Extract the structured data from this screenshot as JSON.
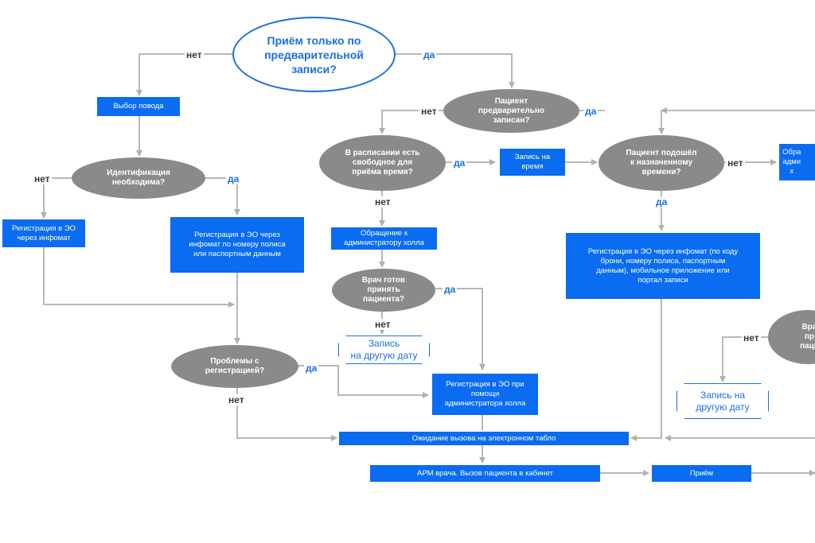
{
  "nodes": {
    "start": "Приём только по\nпредварительной\nзаписи?",
    "reason": "Выбор повода",
    "id_needed": "Идентификация\nнеобходима?",
    "reg_kiosk": "Регистрация в ЭО\nчерез инфомат",
    "reg_policy": "Регистрация в ЭО через\nинфомат по номеру полиса\nили паспортным данным",
    "reg_problems": "Проблемы с\nрегистрацией?",
    "pre_booked": "Пациент\nпредварительно\nзаписан?",
    "free_slot": "В расписании есть\nсвободное для\nприёма время?",
    "book_time": "Запись на\nвремя",
    "came_on_time": "Пациент подошёл\nк назначенному\nвремени?",
    "right_box": "Обра\nадми\nх",
    "hall_admin": "Обращение к\nадминистратору холла",
    "doctor_ready": "Врач готов\nпринять\nпациента?",
    "other_date_1": "Запись\nна другую дату",
    "reg_admin": "Регистрация в ЭО при\nпомощи\nадминистратора холла",
    "reg_full": "Регистрация в ЭО через инфомат (по коду\nброни,  номеру полиса, паспортным\nданным), мобильное приложение или\nпортал записи",
    "right_decision": "Вра\nпр\nпаци",
    "other_date_2": "Запись на\nдругую дату",
    "waiting": "Ожидание вызова на электронном табло",
    "arm": "АРМ врача. Вызов пациента в кабинет",
    "reception": "Приём"
  },
  "labels": {
    "start_no": "нет",
    "start_yes": "да",
    "booked_no": "нет",
    "booked_yes": "да",
    "id_no": "нет",
    "id_yes": "да",
    "slot_yes": "да",
    "slot_no": "нет",
    "came_no": "нет",
    "came_yes": "да",
    "doctor_yes": "да",
    "doctor_no": "нет",
    "problems_yes": "да",
    "problems_no": "нет",
    "right_no": "нет"
  },
  "colors": {
    "accent": "#0a6cf0",
    "decision": "#8a8a8a",
    "connector": "#b8b8b8"
  }
}
